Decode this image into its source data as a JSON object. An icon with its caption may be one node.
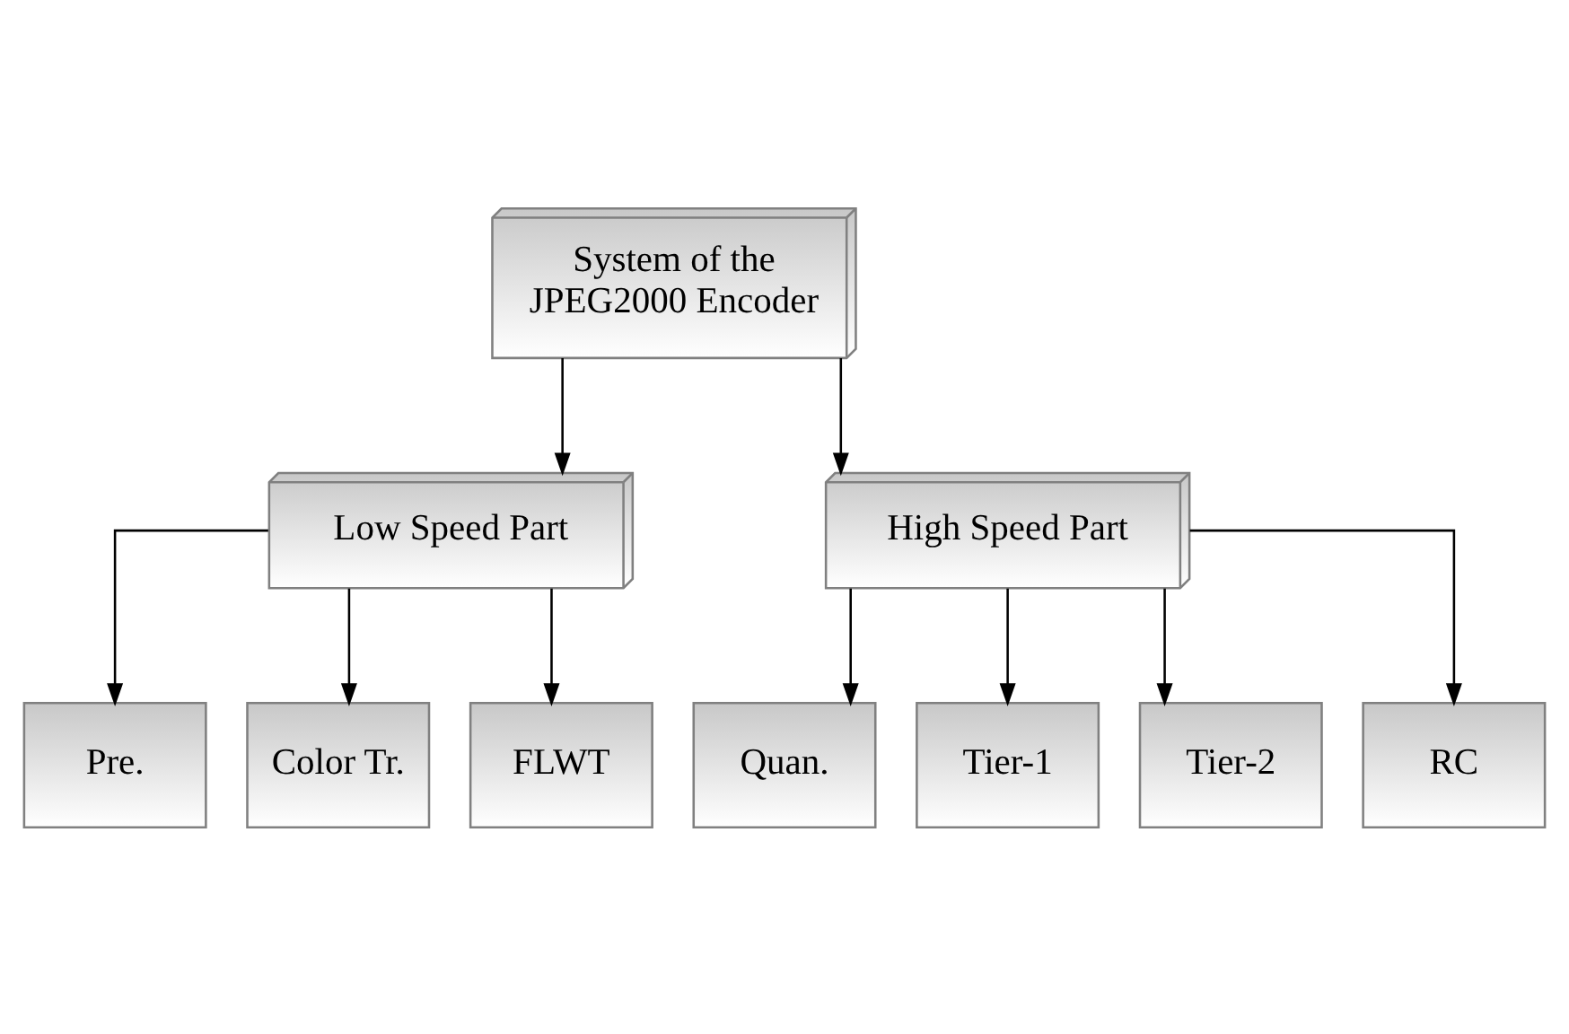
{
  "diagram": {
    "nodes": [
      {
        "text": [
          "System of the JPEG2000 Encoder"
        ]
      },
      {
        "text": [
          "Low Speed Part"
        ]
      },
      {
        "text": [
          "High Speed Part"
        ]
      },
      {
        "text": [
          "Pre."
        ]
      },
      {
        "text": [
          "Color Tr."
        ]
      },
      {
        "text": [
          "FLWT"
        ]
      },
      {
        "text": [
          "Quan."
        ]
      },
      {
        "text": [
          "Tier-1"
        ]
      },
      {
        "text": [
          "Tier-2"
        ]
      },
      {
        "text": [
          "RC"
        ]
      }
    ],
    "edges": [
      {
        "from": 0,
        "to": 1,
        "arrow": "to"
      },
      {
        "from": 0,
        "to": 2,
        "arrow": "to"
      },
      {
        "from": 1,
        "to": 3,
        "arrow": "to"
      },
      {
        "from": 1,
        "to": 4,
        "arrow": "to"
      },
      {
        "from": 1,
        "to": 5,
        "arrow": "to"
      },
      {
        "from": 2,
        "to": 6,
        "arrow": "to"
      },
      {
        "from": 2,
        "to": 7,
        "arrow": "to"
      },
      {
        "from": 2,
        "to": 8,
        "arrow": "to"
      },
      {
        "from": 2,
        "to": 9,
        "arrow": "to"
      }
    ]
  }
}
